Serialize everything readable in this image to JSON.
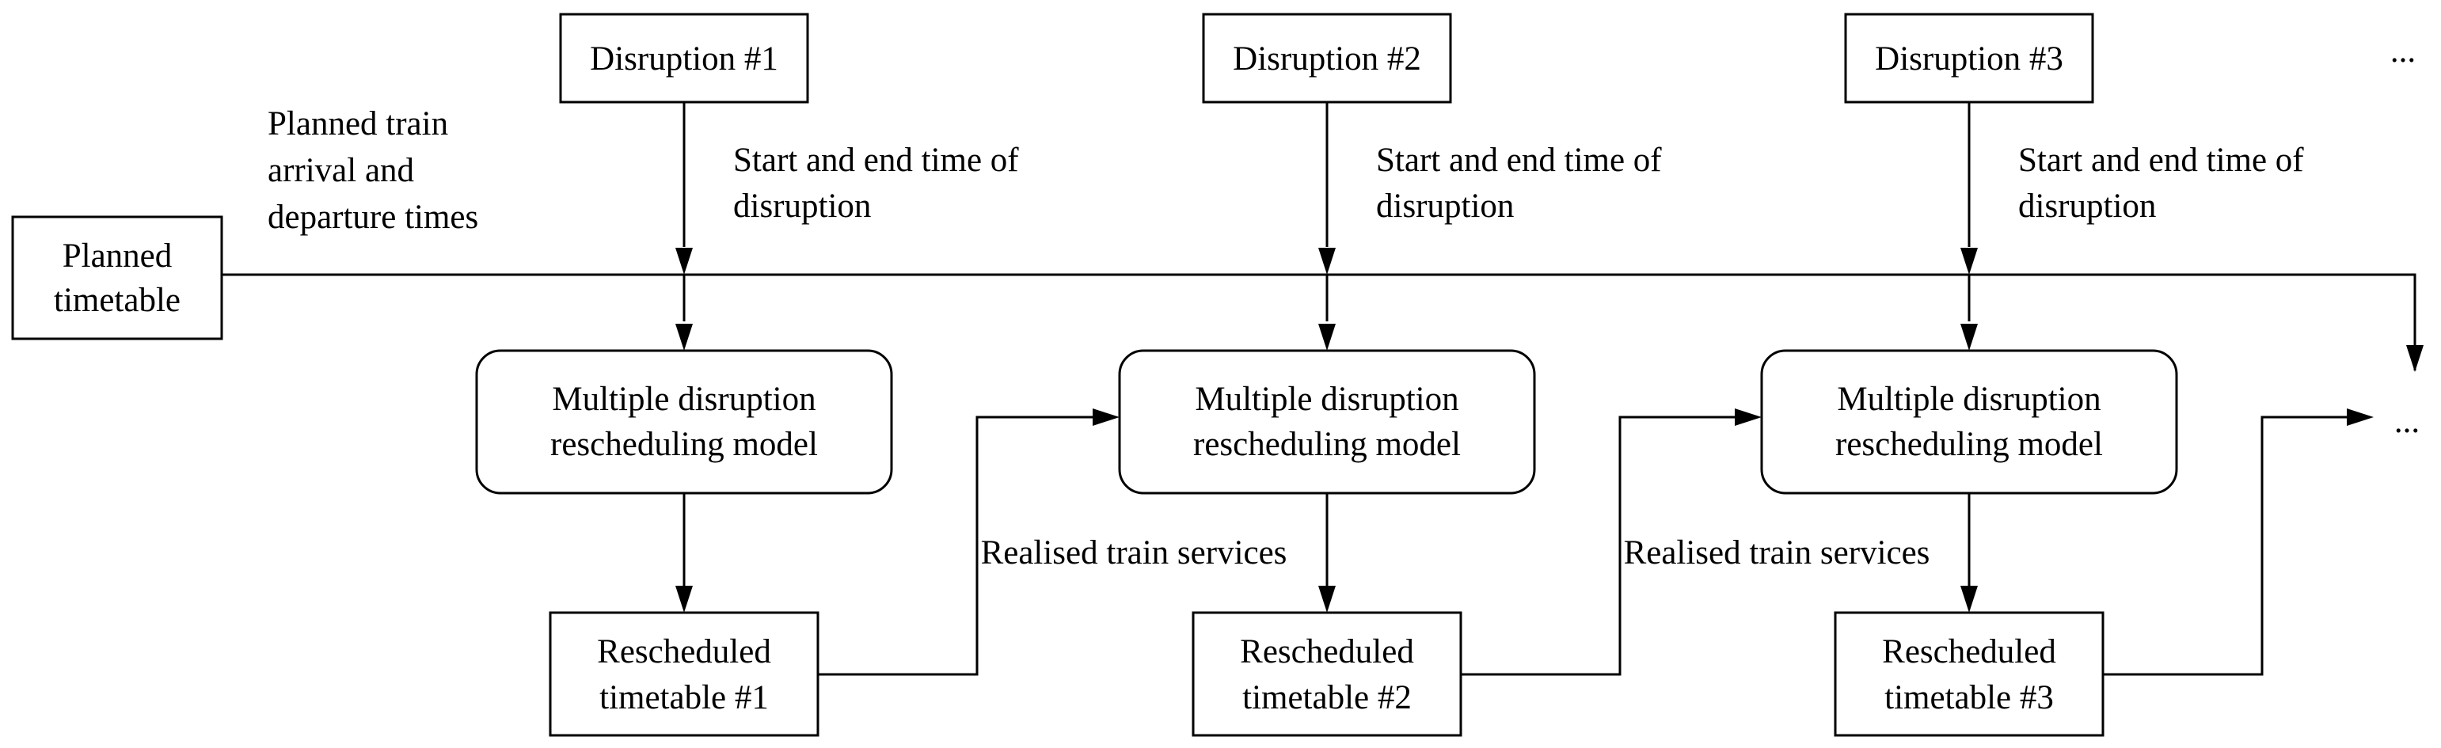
{
  "colors": {
    "stroke": "#000000",
    "background": "#ffffff",
    "text": "#000000"
  },
  "planned_timetable": {
    "lines": [
      "Planned",
      "timetable"
    ]
  },
  "planned_times_label": {
    "lines": [
      "Planned train",
      "arrival and",
      "departure times"
    ]
  },
  "ellipsis": "...",
  "stages": [
    {
      "disruption": "Disruption #1",
      "disruption_time_label": [
        "Start and end time of",
        "disruption"
      ],
      "model": [
        "Multiple disruption",
        "rescheduling model"
      ],
      "rescheduled": [
        "Rescheduled",
        "timetable #1"
      ],
      "realised_label": "Realised train services"
    },
    {
      "disruption": "Disruption #2",
      "disruption_time_label": [
        "Start and end time of",
        "disruption"
      ],
      "model": [
        "Multiple disruption",
        "rescheduling model"
      ],
      "rescheduled": [
        "Rescheduled",
        "timetable #2"
      ],
      "realised_label": "Realised train services"
    },
    {
      "disruption": "Disruption #3",
      "disruption_time_label": [
        "Start and end time of",
        "disruption"
      ],
      "model": [
        "Multiple disruption",
        "rescheduling model"
      ],
      "rescheduled": [
        "Rescheduled",
        "timetable #3"
      ]
    }
  ]
}
